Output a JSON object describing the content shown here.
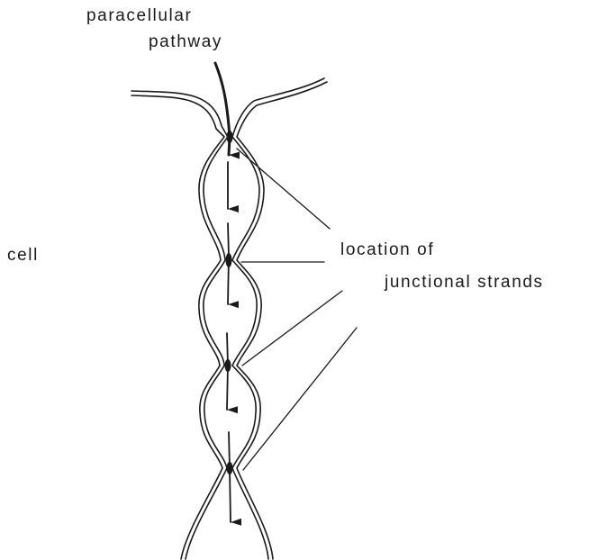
{
  "labels": {
    "pathway_line1": "paracellular",
    "pathway_line2": "pathway",
    "cell": "cell",
    "location_line1": "location of",
    "location_line2": "junctional strands"
  },
  "colors": {
    "ink": "#1a1a1a",
    "background": "#ffffff"
  }
}
